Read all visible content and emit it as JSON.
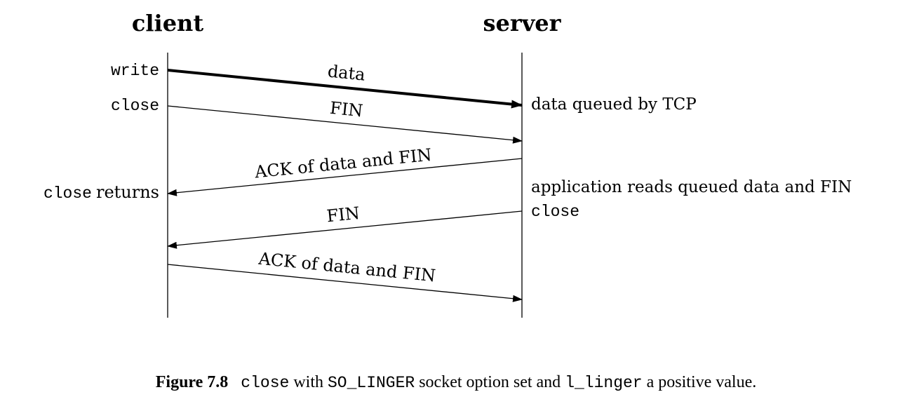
{
  "diagram": {
    "headers": {
      "client": "client",
      "server": "server"
    },
    "client_events": {
      "write": "write",
      "close": "close",
      "close_returns_code": "close",
      "close_returns_text": "returns"
    },
    "server_events": {
      "data_queued": "data queued by TCP",
      "app_reads": "application reads queued data and FIN",
      "close": "close"
    },
    "messages": [
      {
        "label": "data",
        "direction": "client-to-server",
        "style": "bold"
      },
      {
        "label": "FIN",
        "direction": "client-to-server",
        "style": "normal"
      },
      {
        "label": "ACK of data and FIN",
        "direction": "server-to-client",
        "style": "normal"
      },
      {
        "label": "FIN",
        "direction": "server-to-client",
        "style": "normal"
      },
      {
        "label": "ACK of data and FIN",
        "direction": "client-to-server",
        "style": "normal"
      }
    ]
  },
  "caption": {
    "figure_label": "Figure 7.8",
    "code_close": "close",
    "text_with": "with",
    "code_so_linger": "SO_LINGER",
    "text_socket_option": "socket option set and",
    "code_l_linger": "l_linger",
    "text_positive": "a positive value."
  }
}
